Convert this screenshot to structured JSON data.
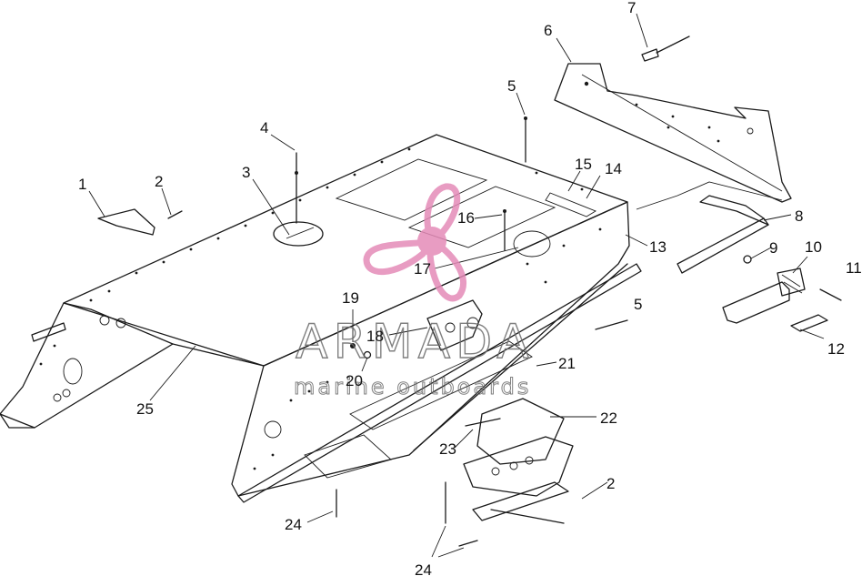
{
  "watermark": {
    "brand": "ARMADA",
    "tagline": "marine outboards",
    "accent_color": "#e58bb8",
    "icon": "propeller-logo-icon"
  },
  "callouts": [
    {
      "id": "1",
      "label": "1"
    },
    {
      "id": "2a",
      "label": "2"
    },
    {
      "id": "3",
      "label": "3"
    },
    {
      "id": "4",
      "label": "4"
    },
    {
      "id": "5a",
      "label": "5"
    },
    {
      "id": "6",
      "label": "6"
    },
    {
      "id": "7",
      "label": "7"
    },
    {
      "id": "8",
      "label": "8"
    },
    {
      "id": "9",
      "label": "9"
    },
    {
      "id": "10",
      "label": "10"
    },
    {
      "id": "11",
      "label": "11"
    },
    {
      "id": "12",
      "label": "12"
    },
    {
      "id": "13",
      "label": "13"
    },
    {
      "id": "14",
      "label": "14"
    },
    {
      "id": "15",
      "label": "15"
    },
    {
      "id": "16",
      "label": "16"
    },
    {
      "id": "17",
      "label": "17"
    },
    {
      "id": "18",
      "label": "18"
    },
    {
      "id": "19",
      "label": "19"
    },
    {
      "id": "20",
      "label": "20"
    },
    {
      "id": "21",
      "label": "21"
    },
    {
      "id": "22",
      "label": "22"
    },
    {
      "id": "23",
      "label": "23"
    },
    {
      "id": "24a",
      "label": "24"
    },
    {
      "id": "24b",
      "label": "24"
    },
    {
      "id": "25",
      "label": "25"
    },
    {
      "id": "2b",
      "label": "2"
    },
    {
      "id": "5b",
      "label": "5"
    }
  ]
}
